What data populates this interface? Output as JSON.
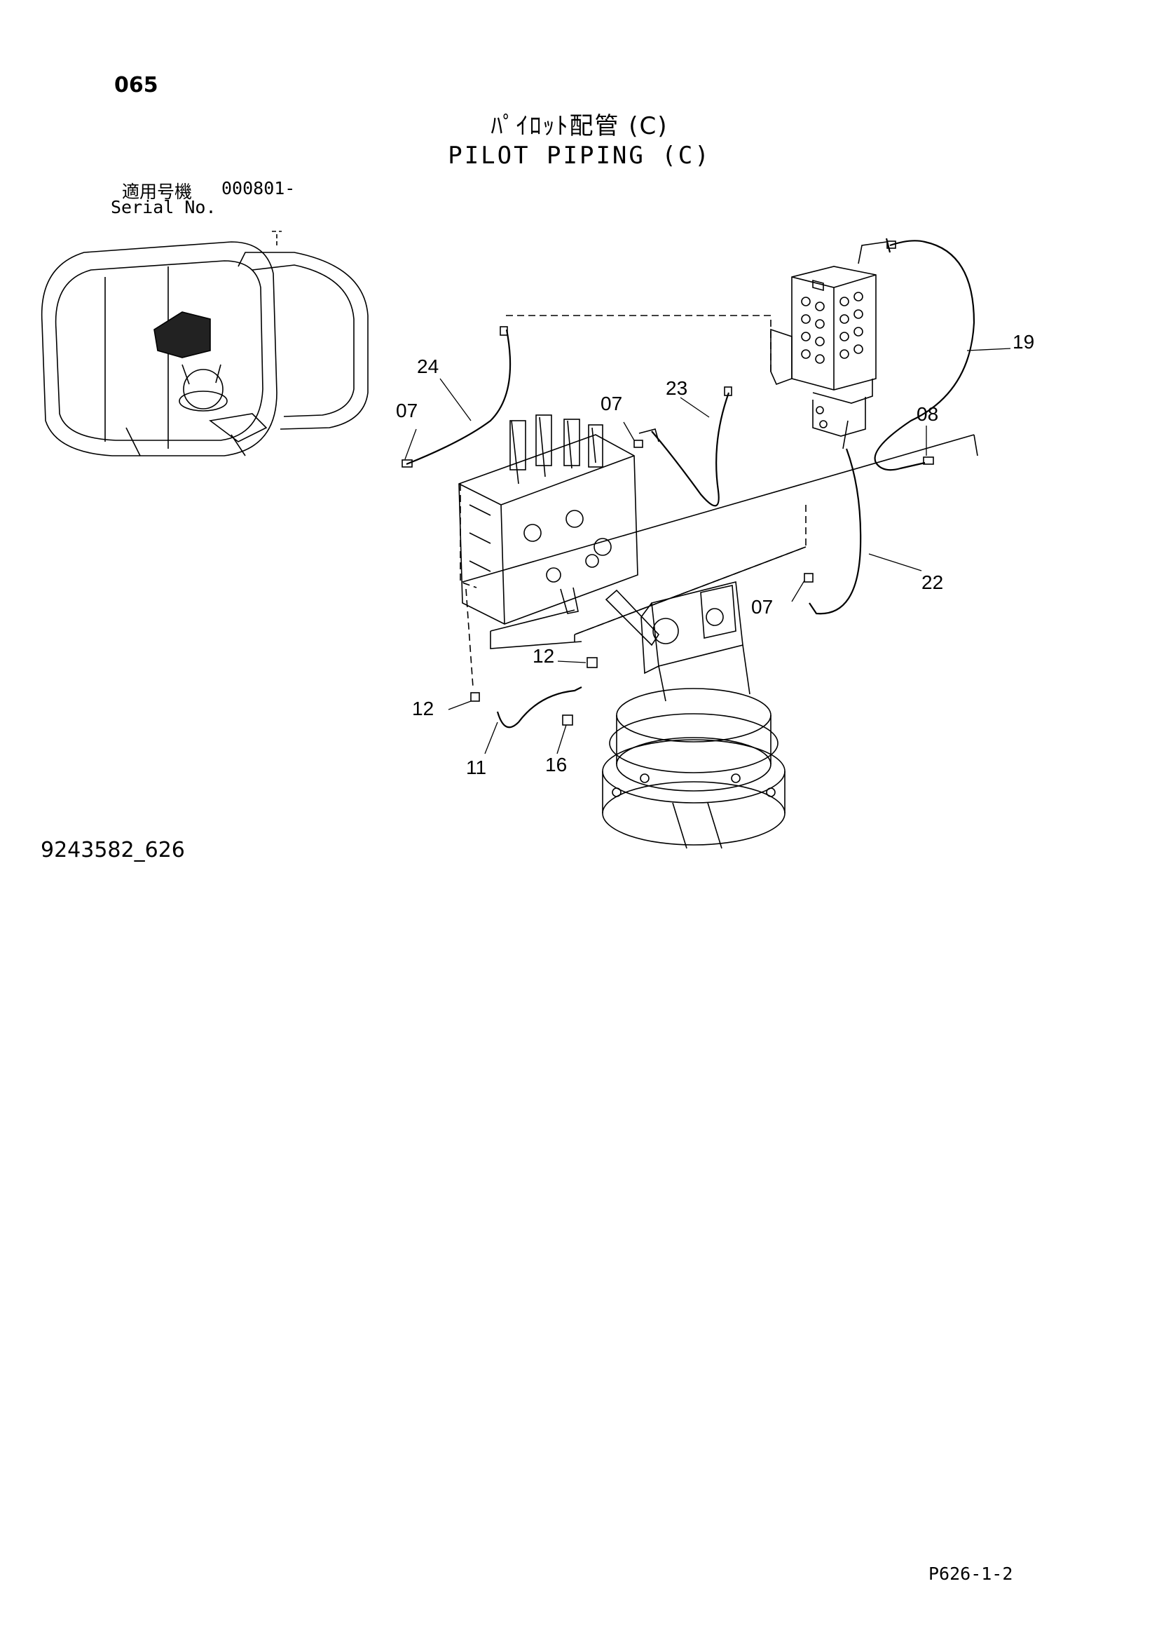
{
  "header": {
    "page_number": "065",
    "title_jp": "ﾊﾟｲﾛｯﾄ配管 (C)",
    "title_en": "PILOT PIPING (C)",
    "serial_label_jp": "適用号機",
    "serial_label_en": "Serial No.",
    "serial_value": "000801-"
  },
  "footer": {
    "drawing_number": "9243582_626",
    "page_reference": "P626-1-2"
  },
  "callouts": {
    "c19": "19",
    "c24": "24",
    "c23": "23",
    "c07a": "07",
    "c07b": "07",
    "c07c": "07",
    "c08": "08",
    "c22": "22",
    "c12a": "12",
    "c12b": "12",
    "c11": "11",
    "c16": "16"
  }
}
